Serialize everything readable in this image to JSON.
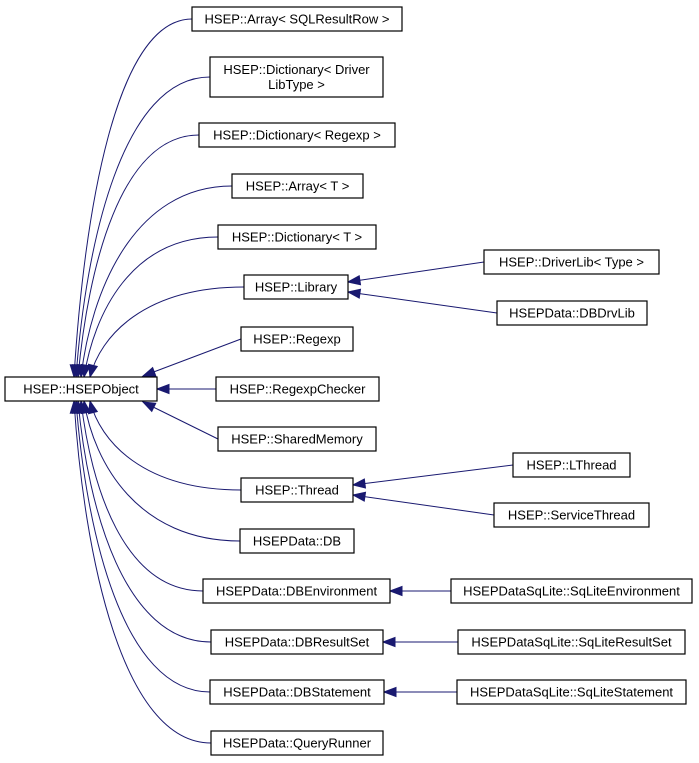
{
  "diagram": {
    "nodes": {
      "hsepobject": [
        "HSEP::HSEPObject"
      ],
      "array_sqlresultrow": [
        "HSEP::Array< SQLResultRow >"
      ],
      "dictionary_driverlibtype": [
        "HSEP::Dictionary< Driver",
        "LibType >"
      ],
      "dictionary_regexp": [
        "HSEP::Dictionary< Regexp >"
      ],
      "array_t": [
        "HSEP::Array< T >"
      ],
      "dictionary_t": [
        "HSEP::Dictionary< T >"
      ],
      "library": [
        "HSEP::Library"
      ],
      "driverlib_type": [
        "HSEP::DriverLib< Type >"
      ],
      "dbdrvlib": [
        "HSEPData::DBDrvLib"
      ],
      "regexp": [
        "HSEP::Regexp"
      ],
      "regexpchecker": [
        "HSEP::RegexpChecker"
      ],
      "sharedmemory": [
        "HSEP::SharedMemory"
      ],
      "thread": [
        "HSEP::Thread"
      ],
      "lthread": [
        "HSEP::LThread"
      ],
      "servicethread": [
        "HSEP::ServiceThread"
      ],
      "db": [
        "HSEPData::DB"
      ],
      "dbenvironment": [
        "HSEPData::DBEnvironment"
      ],
      "sqliteenvironment": [
        "HSEPDataSqLite::SqLiteEnvironment"
      ],
      "dbresultset": [
        "HSEPData::DBResultSet"
      ],
      "sqliteresultset": [
        "HSEPDataSqLite::SqLiteResultSet"
      ],
      "dbstatement": [
        "HSEPData::DBStatement"
      ],
      "sqlitestatement": [
        "HSEPDataSqLite::SqLiteStatement"
      ],
      "queryrunner": [
        "HSEPData::QueryRunner"
      ]
    },
    "edges": [
      {
        "from": "array_sqlresultrow",
        "to": "hsepobject"
      },
      {
        "from": "dictionary_driverlibtype",
        "to": "hsepobject"
      },
      {
        "from": "dictionary_regexp",
        "to": "hsepobject"
      },
      {
        "from": "array_t",
        "to": "hsepobject"
      },
      {
        "from": "dictionary_t",
        "to": "hsepobject"
      },
      {
        "from": "library",
        "to": "hsepobject"
      },
      {
        "from": "regexp",
        "to": "hsepobject"
      },
      {
        "from": "regexpchecker",
        "to": "hsepobject"
      },
      {
        "from": "sharedmemory",
        "to": "hsepobject"
      },
      {
        "from": "thread",
        "to": "hsepobject"
      },
      {
        "from": "db",
        "to": "hsepobject"
      },
      {
        "from": "dbenvironment",
        "to": "hsepobject"
      },
      {
        "from": "dbresultset",
        "to": "hsepobject"
      },
      {
        "from": "dbstatement",
        "to": "hsepobject"
      },
      {
        "from": "queryrunner",
        "to": "hsepobject"
      },
      {
        "from": "driverlib_type",
        "to": "library"
      },
      {
        "from": "dbdrvlib",
        "to": "library"
      },
      {
        "from": "lthread",
        "to": "thread"
      },
      {
        "from": "servicethread",
        "to": "thread"
      },
      {
        "from": "sqliteenvironment",
        "to": "dbenvironment"
      },
      {
        "from": "sqliteresultset",
        "to": "dbresultset"
      },
      {
        "from": "sqlitestatement",
        "to": "dbstatement"
      }
    ],
    "colors": {
      "edge": "#191970",
      "box_border": "#000000",
      "background": "#ffffff"
    }
  }
}
